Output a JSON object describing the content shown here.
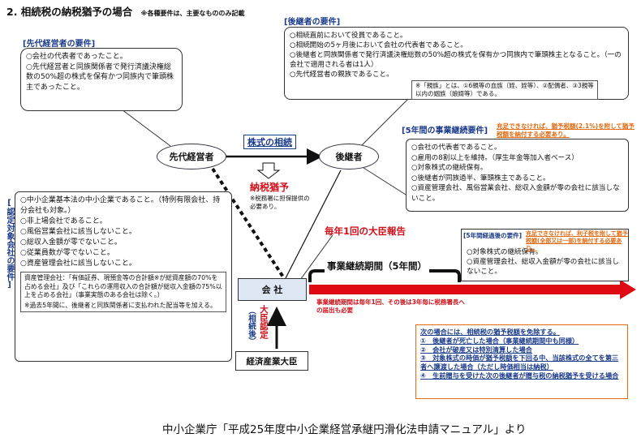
{
  "title": "2. 相続税の納税猶予の場合",
  "title_note": "※各種要件は、主要なもののみ記載",
  "predecessor": {
    "heading": "[先代経営者の要件]",
    "items": [
      "○会社の代表者であったこと。",
      "○先代経営者と同族関係者で発行済議決権総数の50%超の株式を保有かつ同族内で筆頭株主であったこと。"
    ],
    "node": "先代経営者"
  },
  "successor": {
    "heading": "[後継者の要件]",
    "items": [
      "○相続直前において役員であること。",
      "○相続開始の5ヶ月後において会社の代表者であること。",
      "○後継者と同族関係者で発行済議決権総数の50%超の株式を保有かつ同族内で筆頭株主となること。（一の会社で適用される者は1人）",
      "○先代経営者の親族であること。"
    ],
    "note": "※「親族」とは、①6親等の血族（姪、姪等）、②配偶者、③3親等以内の姻族（娘婿等）である。",
    "node": "後継者"
  },
  "inheritance_label": "株式の相続",
  "deferral": {
    "label": "納税猶予",
    "note": "※税務署に担保提供の必要あり。"
  },
  "company": {
    "node": "会 社",
    "requirements_label": "[認定対象会社の要件]",
    "items": [
      "○中小企業基本法の中小企業であること。（特例有限会社、持分会社も対象。）",
      "○非上場会社であること。",
      "○風俗営業会社に該当しないこと。",
      "○総収入金額が零でないこと。",
      "○従業員数が零でないこと。",
      "○資産管理会社に該当しないこと。"
    ],
    "asset_note": "資産管理会社：「有価証券、現預金等の合計額※が総資産額の70%を占める会社」及び「これらの運用収入の合計額が総収入金額の75%以上を占める会社」（事業実態のある会社は除く。）",
    "asset_subnote": "※過去5年間に、後継者と同族関係者に支払われた配当等を加える。"
  },
  "five_year": {
    "heading": "[5年間の事業継続要件]",
    "warning": "充足できなければ、猶予税額(2.1%)を附して猶予税額を納付する必要あり。",
    "items": [
      "○会社の代表者であること。",
      "○雇用の8割以上を維持。（厚生年金等加入者ベース）",
      "○対象株式の継続保有。",
      "○後継者が同族過半、筆頭株主であること。",
      "○資産管理会社、風俗営業会社、総収入金額が零の会社に該当しないこと。"
    ]
  },
  "annual_report": "毎年1回の大臣報告",
  "period_label": "事業継続期間（5年間）",
  "after_five": {
    "heading": "[5年間経過後の要件]",
    "warning": "充足できなければ、利子税を附して猶予税額(全部又は一部)を納付する必要あり。",
    "items": [
      "○対象株式の継続保有。",
      "○資産管理会社、総収入金額が零の会社に該当しないこと。"
    ]
  },
  "period_note": "事業継続期間は毎年1回、その後は3年毎に税務署長への届出も必要",
  "minister": {
    "node": "経済産業大臣",
    "approval": "大臣認定",
    "approval_sub": "（相続後）"
  },
  "exemption": {
    "heading": "次の場合には、相続税の猶予税額を免除する。",
    "items": [
      "①　後継者が死亡した場合（事業継続期間中も同様）",
      "②　会社が破産又は特別清算した場合",
      "③　対象株式の時価が猶予税額を下回る中、当該株式の全てを第三者へ譲渡した場合（ただし時価相当は納税）",
      "④　生前贈与を受けた次の後継者が贈与税の納税猶予を受ける場合"
    ]
  },
  "source": "中小企業庁「平成25年度中小企業経営承継円滑化法申請マニュアル」より",
  "colors": {
    "red": "#d0101a",
    "blue": "#1a3a8a",
    "orange": "#e26a10"
  }
}
